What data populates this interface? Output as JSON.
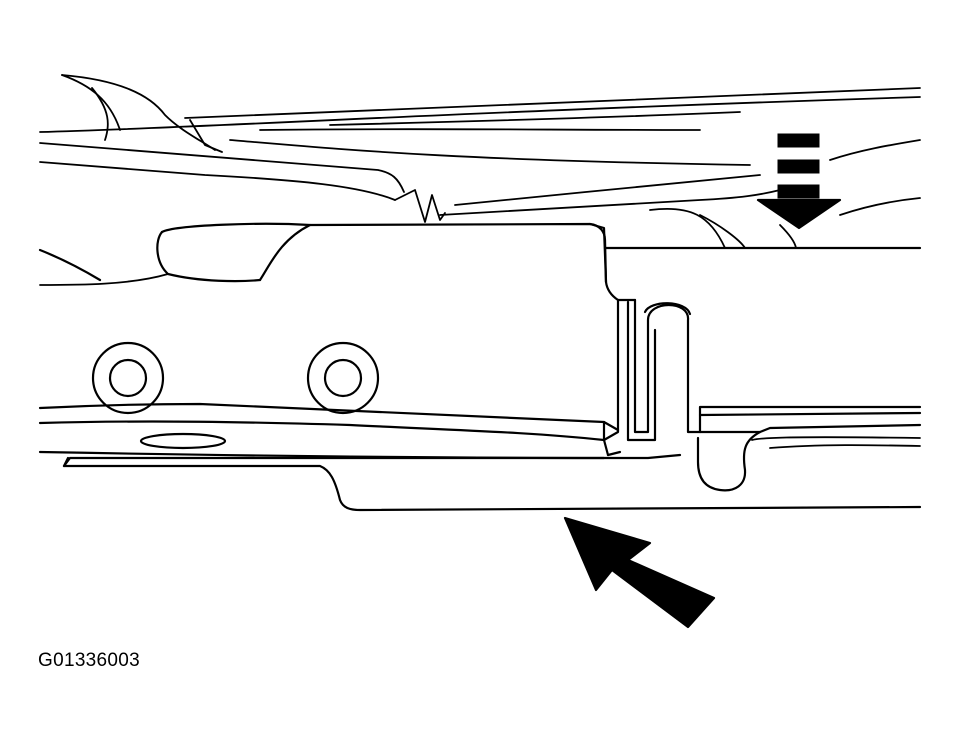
{
  "figure": {
    "id": "G01336003"
  },
  "arrows": [
    {
      "name": "dashed-arrow-down",
      "style": "dashed",
      "direction": "down"
    },
    {
      "name": "solid-arrow-up-left",
      "style": "solid",
      "direction": "up-left"
    }
  ],
  "colors": {
    "line": "#000000",
    "background": "#ffffff"
  }
}
